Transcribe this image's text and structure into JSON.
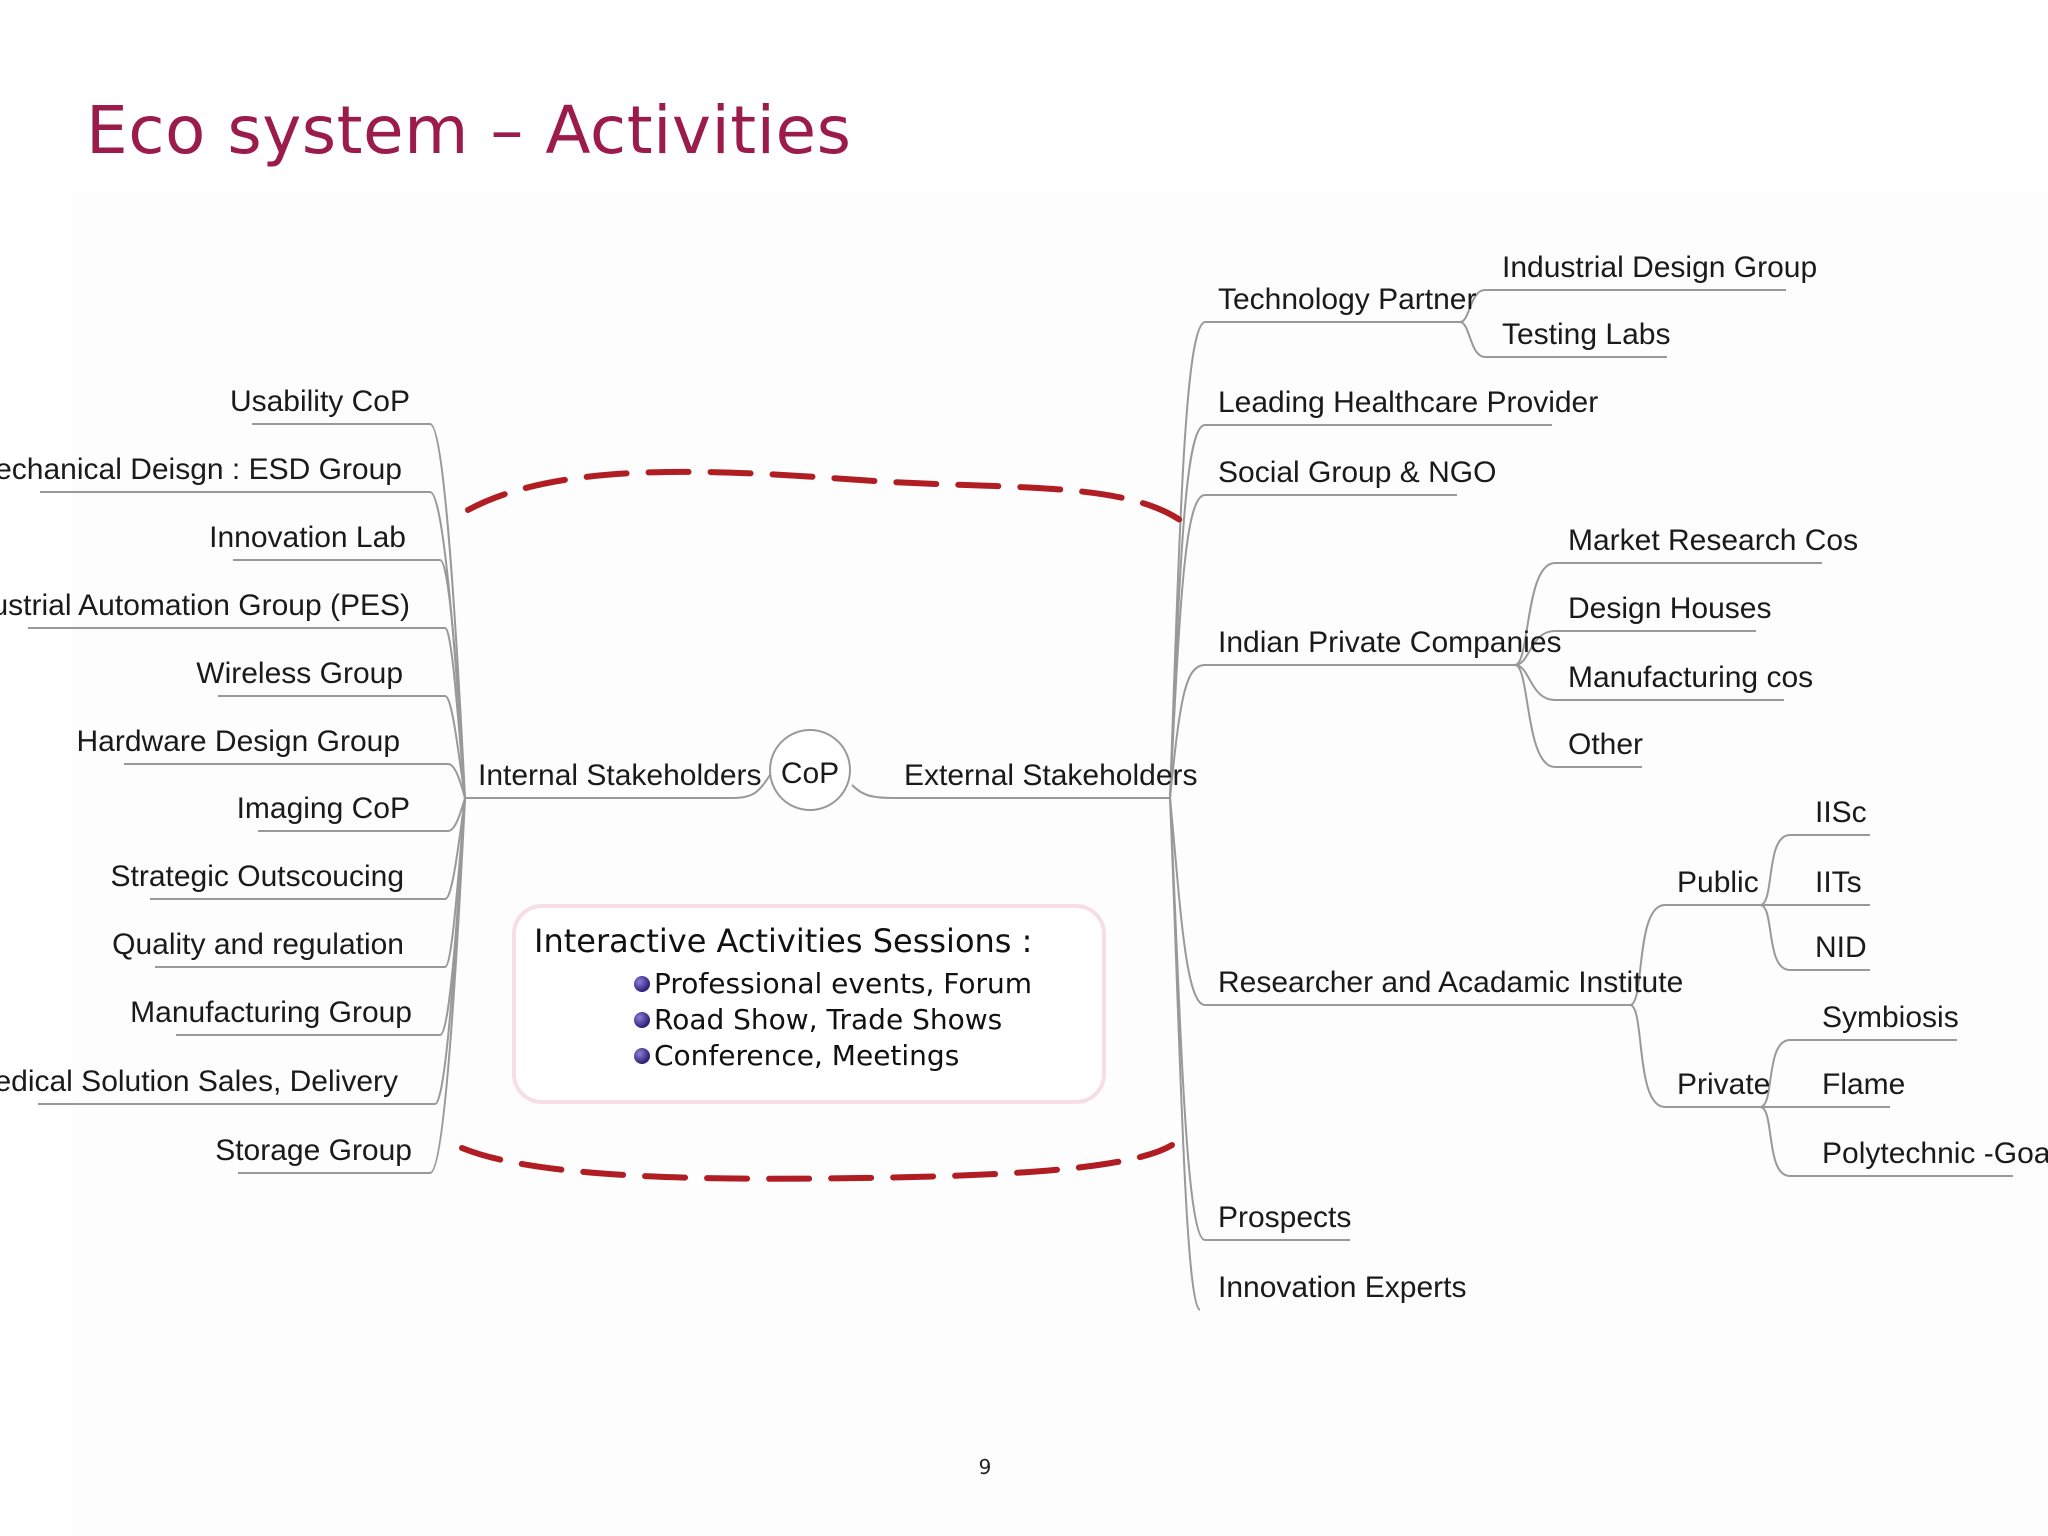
{
  "slide": {
    "title": "Eco system – Activities",
    "page_number": "9"
  },
  "colors": {
    "title": "#9b1b4b",
    "connector": "#999999",
    "dashed_arc": "#b01e23",
    "box_border": "#f6dde6"
  },
  "mindmap": {
    "center": "CoP",
    "internal": {
      "label": "Internal Stakeholders",
      "items": [
        "Usability CoP",
        "Mechanical Deisgn : ESD Group",
        "Innovation Lab",
        "Industrial Automation Group (PES)",
        "Wireless Group",
        "Hardware Design Group",
        "Imaging CoP",
        "Strategic Outscoucing",
        "Quality and regulation",
        "Manufacturing Group",
        "Medical Solution Sales, Delivery",
        "Storage Group"
      ]
    },
    "external": {
      "label": "External Stakeholders",
      "items": [
        {
          "label": "Technology Partner",
          "children": [
            "Industrial Design Group",
            "Testing Labs"
          ]
        },
        {
          "label": "Leading Healthcare Provider"
        },
        {
          "label": "Social Group & NGO"
        },
        {
          "label": "Indian Private Companies",
          "children": [
            "Market Research Cos",
            "Design Houses",
            "Manufacturing cos",
            "Other"
          ]
        },
        {
          "label": "Researcher and Acadamic Institute",
          "children": [
            {
              "label": "Public",
              "children": [
                "IISc",
                "IITs",
                "NID"
              ]
            },
            {
              "label": "Private",
              "children": [
                "Symbiosis",
                "Flame",
                "Polytechnic -Goa"
              ]
            }
          ]
        },
        {
          "label": "Prospects"
        },
        {
          "label": "Innovation Experts"
        }
      ]
    }
  },
  "activities_box": {
    "title": "Interactive Activities Sessions :",
    "items": [
      "Professional events, Forum",
      "Road Show, Trade Shows",
      "Conference, Meetings"
    ]
  }
}
